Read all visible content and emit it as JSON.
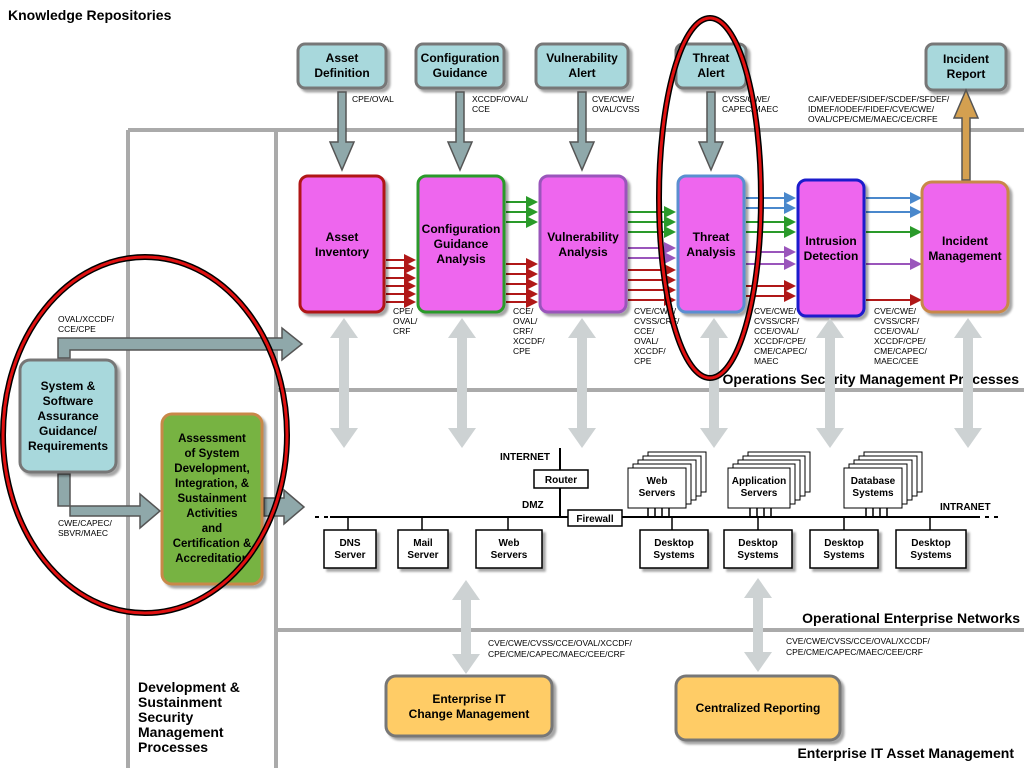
{
  "title": "Knowledge Repositories",
  "repos": {
    "asset_def": [
      "Asset",
      "Definition"
    ],
    "config_guid": [
      "Configuration",
      "Guidance"
    ],
    "vuln_alert": [
      "Vulnerability",
      "Alert"
    ],
    "threat_alert": [
      "Threat",
      "Alert"
    ],
    "incident_report": [
      "Incident",
      "Report"
    ]
  },
  "repo_labels": {
    "cpe_oval": "CPE/OVAL",
    "xccdf": [
      "XCCDF/OVAL/",
      "CCE"
    ],
    "cve_oval": [
      "CVE/CWE/",
      "OVAL/CVSS"
    ],
    "cvss": [
      "CVSS/CWE/",
      "CAPEC/MAEC"
    ],
    "caif": [
      "CAIF/VEDEF/SIDEF/SCDEF/SFDEF/",
      "IDMEF/IODEF/FIDEF/CVE/CWE/",
      "OVAL/CPE/CME/MAEC/CE/CRFE"
    ]
  },
  "processes": {
    "asset_inventory": [
      "Asset",
      "Inventory"
    ],
    "config_analysis": [
      "Configuration",
      "Guidance",
      "Analysis"
    ],
    "vuln_analysis": [
      "Vulnerability",
      "Analysis"
    ],
    "threat_analysis": [
      "Threat",
      "Analysis"
    ],
    "intrusion_detection": [
      "Intrusion",
      "Detection"
    ],
    "incident_mgmt": [
      "Incident",
      "Management"
    ]
  },
  "process_labels": {
    "p1": [
      "CPE/",
      "OVAL/",
      "CRF"
    ],
    "p2": [
      "CCE/",
      "OVAL/",
      "CRF/",
      "XCCDF/",
      "CPE"
    ],
    "p3": [
      "CVE/CWE/",
      "CVSS/CRF/",
      "CCE/",
      "OVAL/",
      "XCCDF/",
      "CPE"
    ],
    "p4": [
      "CVE/CWE/",
      "CVSS/CRF/",
      "CCE/OVAL/",
      "XCCDF/CPE/",
      "CME/CAPEC/",
      "MAEC"
    ],
    "p5": [
      "CVE/CWE/",
      "CVSS/CRF/",
      "CCE/OVAL/",
      "XCCDF/CPE/",
      "CME/CAPEC/",
      "MAEC/CEE"
    ]
  },
  "sections": {
    "ops": "Operations Security Management Processes",
    "networks": "Operational Enterprise Networks",
    "asset_mgmt": "Enterprise IT Asset Management",
    "dev": [
      "Development &",
      "Sustainment",
      "Security",
      "Management",
      "Processes"
    ]
  },
  "left": {
    "assurance": [
      "System &",
      "Software",
      "Assurance",
      "Guidance/",
      "Requirements"
    ],
    "oval_label": [
      "OVAL/XCCDF/",
      "CCE/CPE"
    ],
    "cwe_label": [
      "CWE/CAPEC/",
      "SBVR/MAEC"
    ],
    "assessment": [
      "Assessment",
      "of System",
      "Development,",
      "Integration, &",
      "Sustainment",
      "Activities",
      "and",
      "Certification &",
      "Accreditation"
    ]
  },
  "network": {
    "internet": "INTERNET",
    "router": "Router",
    "dmz": "DMZ",
    "firewall": "Firewall",
    "intranet": "INTRANET",
    "web_servers_top": [
      "Web",
      "Servers"
    ],
    "app_servers": [
      "Application",
      "Servers"
    ],
    "db_systems": [
      "Database",
      "Systems"
    ],
    "dns": [
      "DNS",
      "Server"
    ],
    "mail": [
      "Mail",
      "Server"
    ],
    "web_servers_dmz": [
      "Web",
      "Servers"
    ],
    "desktop": [
      "Desktop",
      "Systems"
    ]
  },
  "bottom": {
    "change_mgmt": [
      "Enterprise IT",
      "Change Management"
    ],
    "central_reporting": "Centralized Reporting",
    "label1": [
      "CVE/CWE/CVSS/CCE/OVAL/XCCDF/",
      "CPE/CME/CAPEC/MAEC/CEE/CRF"
    ],
    "label2": [
      "CVE/CWE/CVSS/CCE/OVAL/XCCDF/",
      "CPE/CME/CAPEC/MAEC/CEE/CRF"
    ]
  },
  "colors": {
    "repo_fill": "#a8d8dc",
    "process_fill": "#ee66ee",
    "orange_fill": "#ffcc66",
    "green_fill": "#77b343",
    "red": "#cc0000",
    "band": "#aaaaaa",
    "arrow_gray": "#8fa8aa"
  }
}
